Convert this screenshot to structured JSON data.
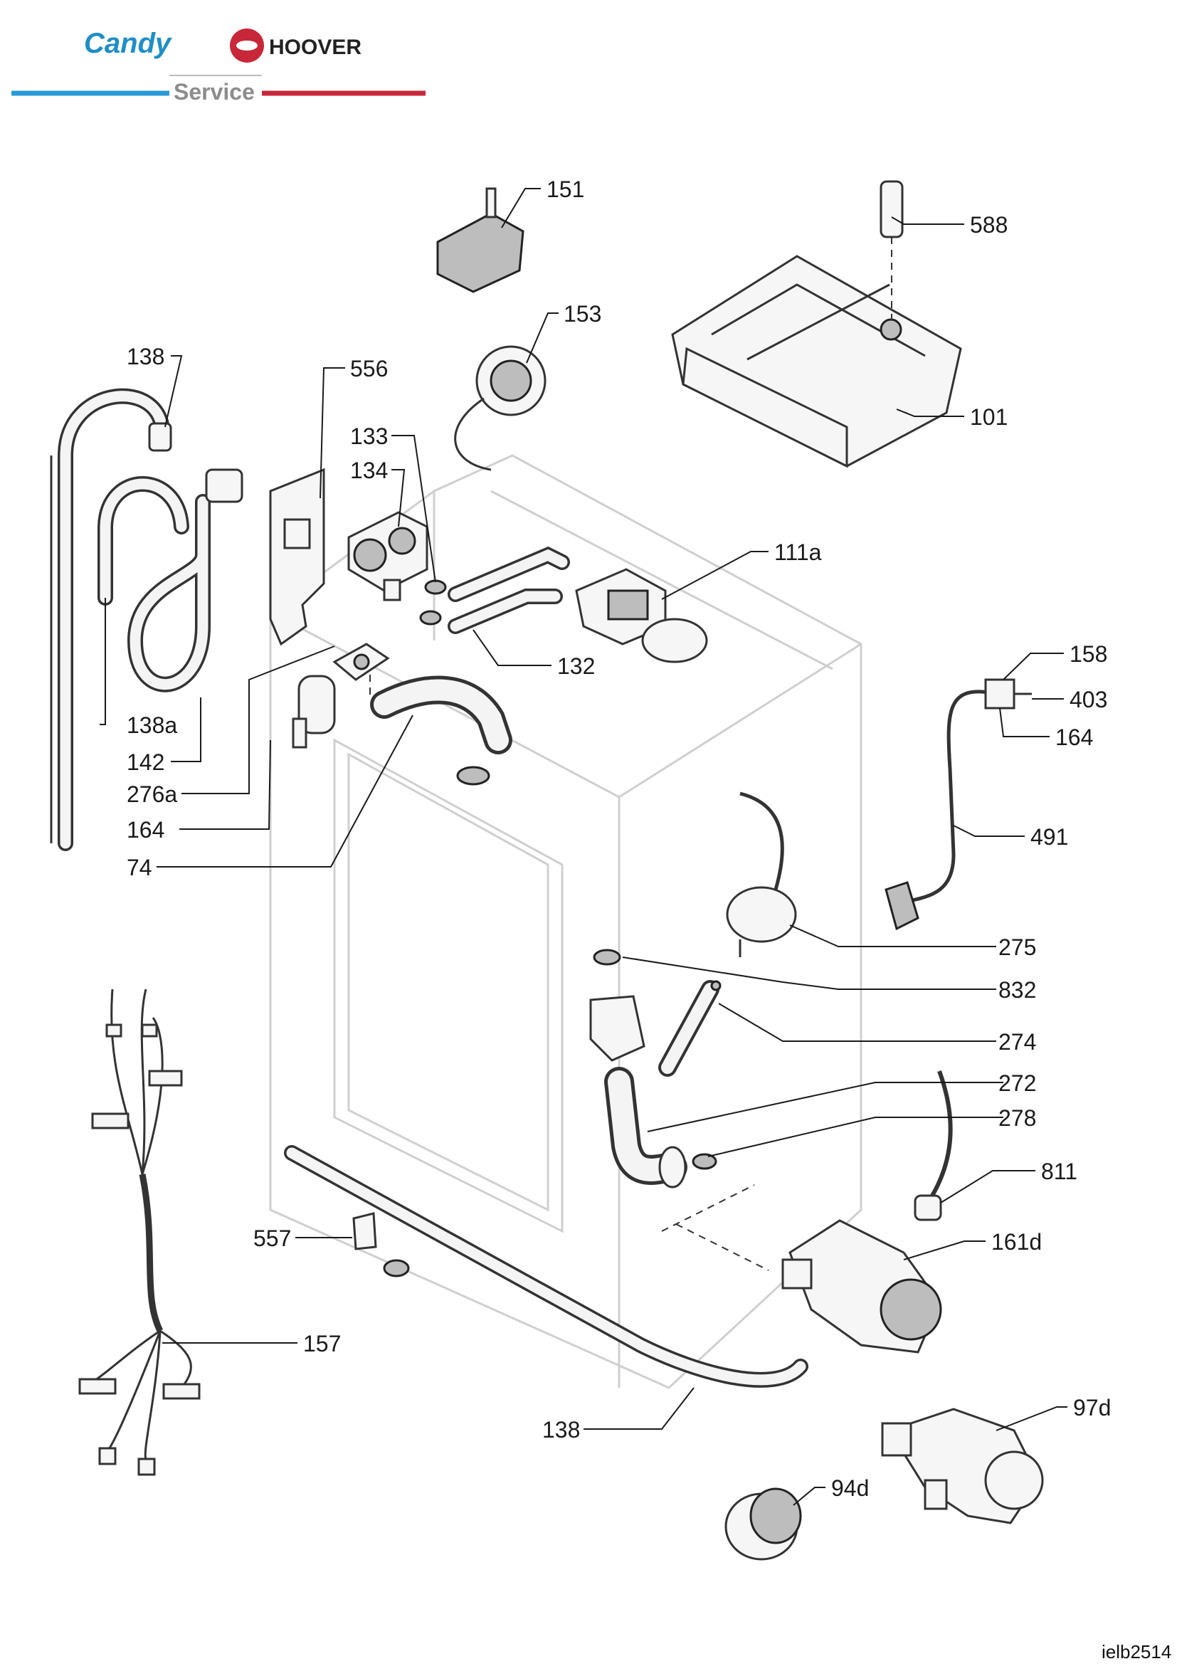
{
  "header": {
    "brand_primary": "Candy",
    "brand_secondary": "HOOVER",
    "service_label": "Service",
    "colors": {
      "candy_blue": "#1f8ec6",
      "hoover_red": "#c8273a",
      "service_gray": "#8c8c8c"
    }
  },
  "diagram_code": "ielb2514",
  "parts": {
    "p151": "151",
    "p588": "588",
    "p153": "153",
    "p101": "101",
    "p138_top": "138",
    "p556": "556",
    "p133": "133",
    "p134": "134",
    "p111a": "111a",
    "p132": "132",
    "p158": "158",
    "p403": "403",
    "p164_right": "164",
    "p138a": "138a",
    "p142": "142",
    "p276a": "276a",
    "p164_left": "164",
    "p74": "74",
    "p491": "491",
    "p275": "275",
    "p832": "832",
    "p274": "274",
    "p272": "272",
    "p278": "278",
    "p811": "811",
    "p557": "557",
    "p161d": "161d",
    "p157": "157",
    "p97d": "97d",
    "p138_bottom": "138",
    "p94d": "94d"
  }
}
